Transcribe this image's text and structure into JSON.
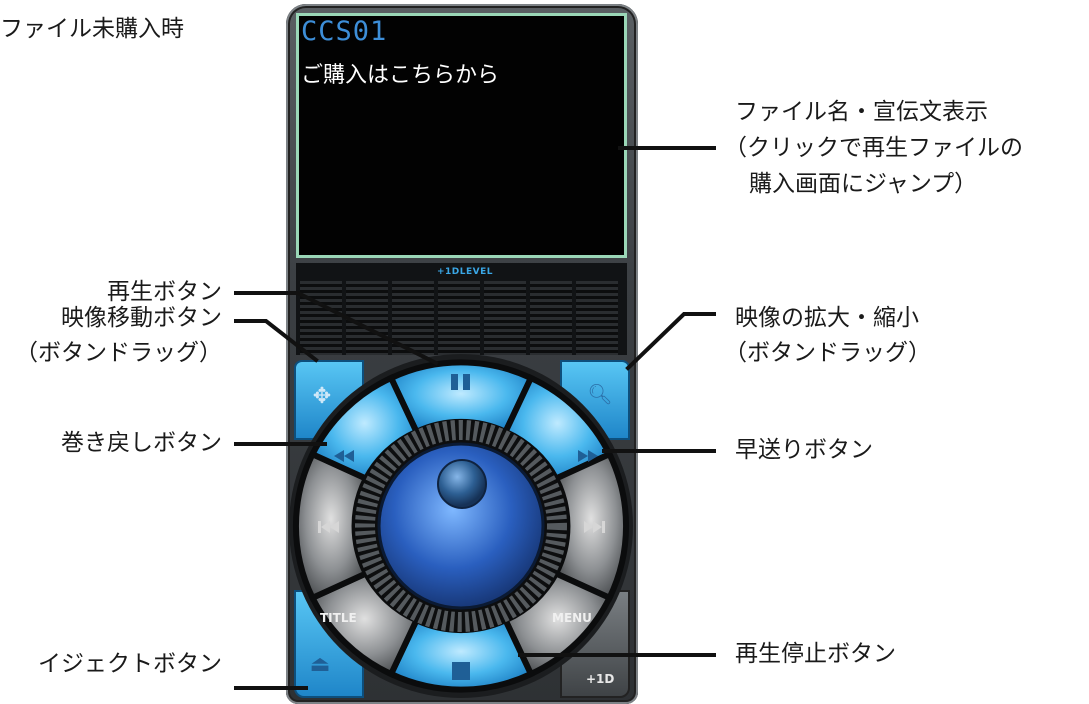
{
  "screen": {
    "title_code": "CCS01",
    "promo_text": "ご購入はこちらから"
  },
  "level_meter": {
    "title": "+1DLEVEL"
  },
  "buttons": {
    "title_label": "TITLE",
    "menu_label": "MENU",
    "plus1d_label": "+1D"
  },
  "annotations": {
    "not_purchased": "ファイル未購入時",
    "file_name_line1": "ファイル名・宣伝文表示",
    "file_name_line2": "（クリックで再生ファイルの",
    "file_name_line3": "購入画面にジャンプ）",
    "play_button": "再生ボタン",
    "video_move_line1": "映像移動ボタン",
    "video_move_line2": "（ボタンドラッグ）",
    "zoom_line1": "映像の拡大・縮小",
    "zoom_line2": "（ボタンドラッグ）",
    "rewind_button": "巻き戻しボタン",
    "fast_forward_button": "早送りボタン",
    "eject_button": "イジェクトボタン",
    "stop_button": "再生停止ボタン"
  },
  "colors": {
    "accent_blue": "#2e9be0",
    "screen_text": "#3d8ed8",
    "screen_border": "#9ad7b7"
  },
  "icons": {
    "move": "move-arrows-icon",
    "zoom": "magnifier-icon",
    "pause": "pause-icon",
    "rewind": "rewind-icon",
    "fast_forward": "fast-forward-icon",
    "skip_back": "skip-back-icon",
    "skip_forward": "skip-forward-icon",
    "eject": "eject-icon",
    "stop": "stop-icon"
  }
}
